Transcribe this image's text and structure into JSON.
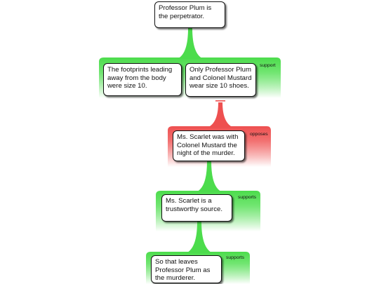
{
  "colors": {
    "support": "#4cdc4c",
    "oppose": "#ee5050"
  },
  "nodes": {
    "conclusion": "Professor Plum is the perpetrator.",
    "footprints": "The footprints leading away from the body were size 10.",
    "size_10": "Only Professor Plum and Colonel Mustard wear size 10 shoes.",
    "scarlet_with_mustard": "Ms. Scarlet was with Colonel Mustard the night of the murder.",
    "scarlet_trustworthy": "Ms. Scarlet is a trustworthy source.",
    "leaves_plum": "So that leaves Professor Plum as the murderer."
  },
  "labels": {
    "support_1": "support",
    "opposes_1": "opposes",
    "supports_1": "supports",
    "supports_2": "supports"
  }
}
